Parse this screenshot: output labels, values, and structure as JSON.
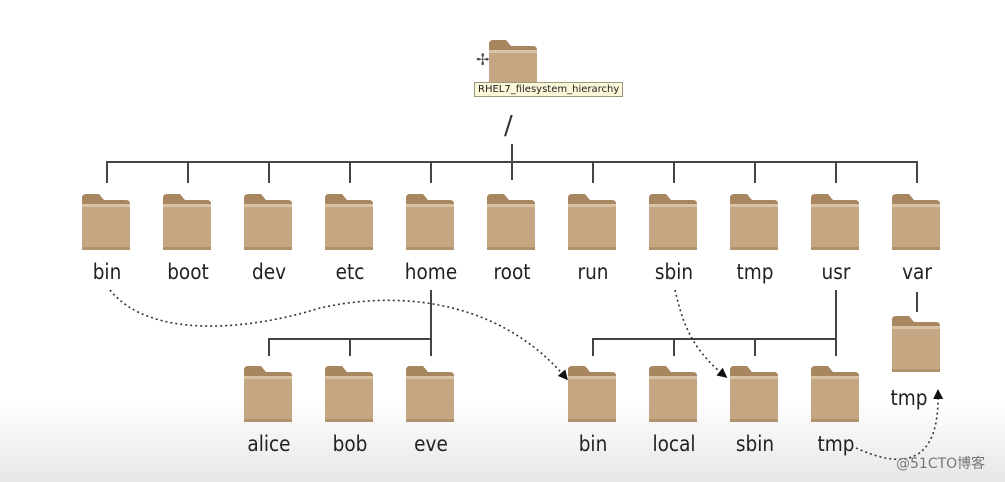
{
  "root": {
    "label": "/",
    "tooltip": "RHEL7_filesystem_hierarchy",
    "cursor_icon": "move-cursor-icon",
    "folder_icon": "folder-icon"
  },
  "top_level": [
    "bin",
    "boot",
    "dev",
    "etc",
    "home",
    "root",
    "run",
    "sbin",
    "tmp",
    "usr",
    "var"
  ],
  "home_children": [
    "alice",
    "bob",
    "eve"
  ],
  "usr_children": [
    "bin",
    "local",
    "sbin",
    "tmp"
  ],
  "var_children": [
    "tmp"
  ],
  "watermark": "@51CTO博客",
  "colors": {
    "folder_front": "#c4a682",
    "folder_back": "#a88760",
    "line": "#444444"
  }
}
